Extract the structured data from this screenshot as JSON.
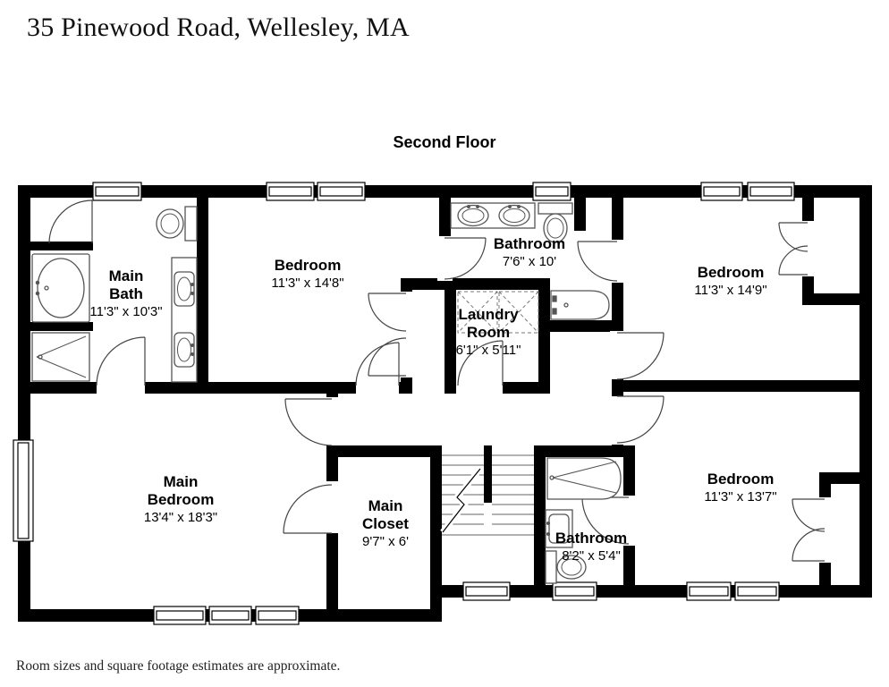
{
  "page": {
    "title": "35 Pinewood Road, Wellesley, MA",
    "floor_label": "Second Floor",
    "disclaimer": "Room sizes and square footage estimates are approximate."
  },
  "colors": {
    "wall": "#000000",
    "fixture": "#555555",
    "door_swing": "#444444",
    "background": "#ffffff",
    "text": "#000000"
  },
  "rooms": [
    {
      "id": "main-bath",
      "name": "Main Bath",
      "dimensions": "11'3\" x 10'3\""
    },
    {
      "id": "bedroom-top-left",
      "name": "Bedroom",
      "dimensions": "11'3\" x 14'8\""
    },
    {
      "id": "bathroom-top",
      "name": "Bathroom",
      "dimensions": "7'6\" x 10'"
    },
    {
      "id": "laundry-room",
      "name": "Laundry Room",
      "dimensions": "6'1\" x 5'11\""
    },
    {
      "id": "bedroom-top-right",
      "name": "Bedroom",
      "dimensions": "11'3\" x 14'9\""
    },
    {
      "id": "main-bedroom",
      "name": "Main Bedroom",
      "dimensions": "13'4\" x 18'3\""
    },
    {
      "id": "main-closet",
      "name": "Main Closet",
      "dimensions": "9'7\" x 6'"
    },
    {
      "id": "bathroom-bottom",
      "name": "Bathroom",
      "dimensions": "8'2\" x 5'4\""
    },
    {
      "id": "bedroom-bottom-right",
      "name": "Bedroom",
      "dimensions": "11'3\" x 13'7\""
    }
  ]
}
